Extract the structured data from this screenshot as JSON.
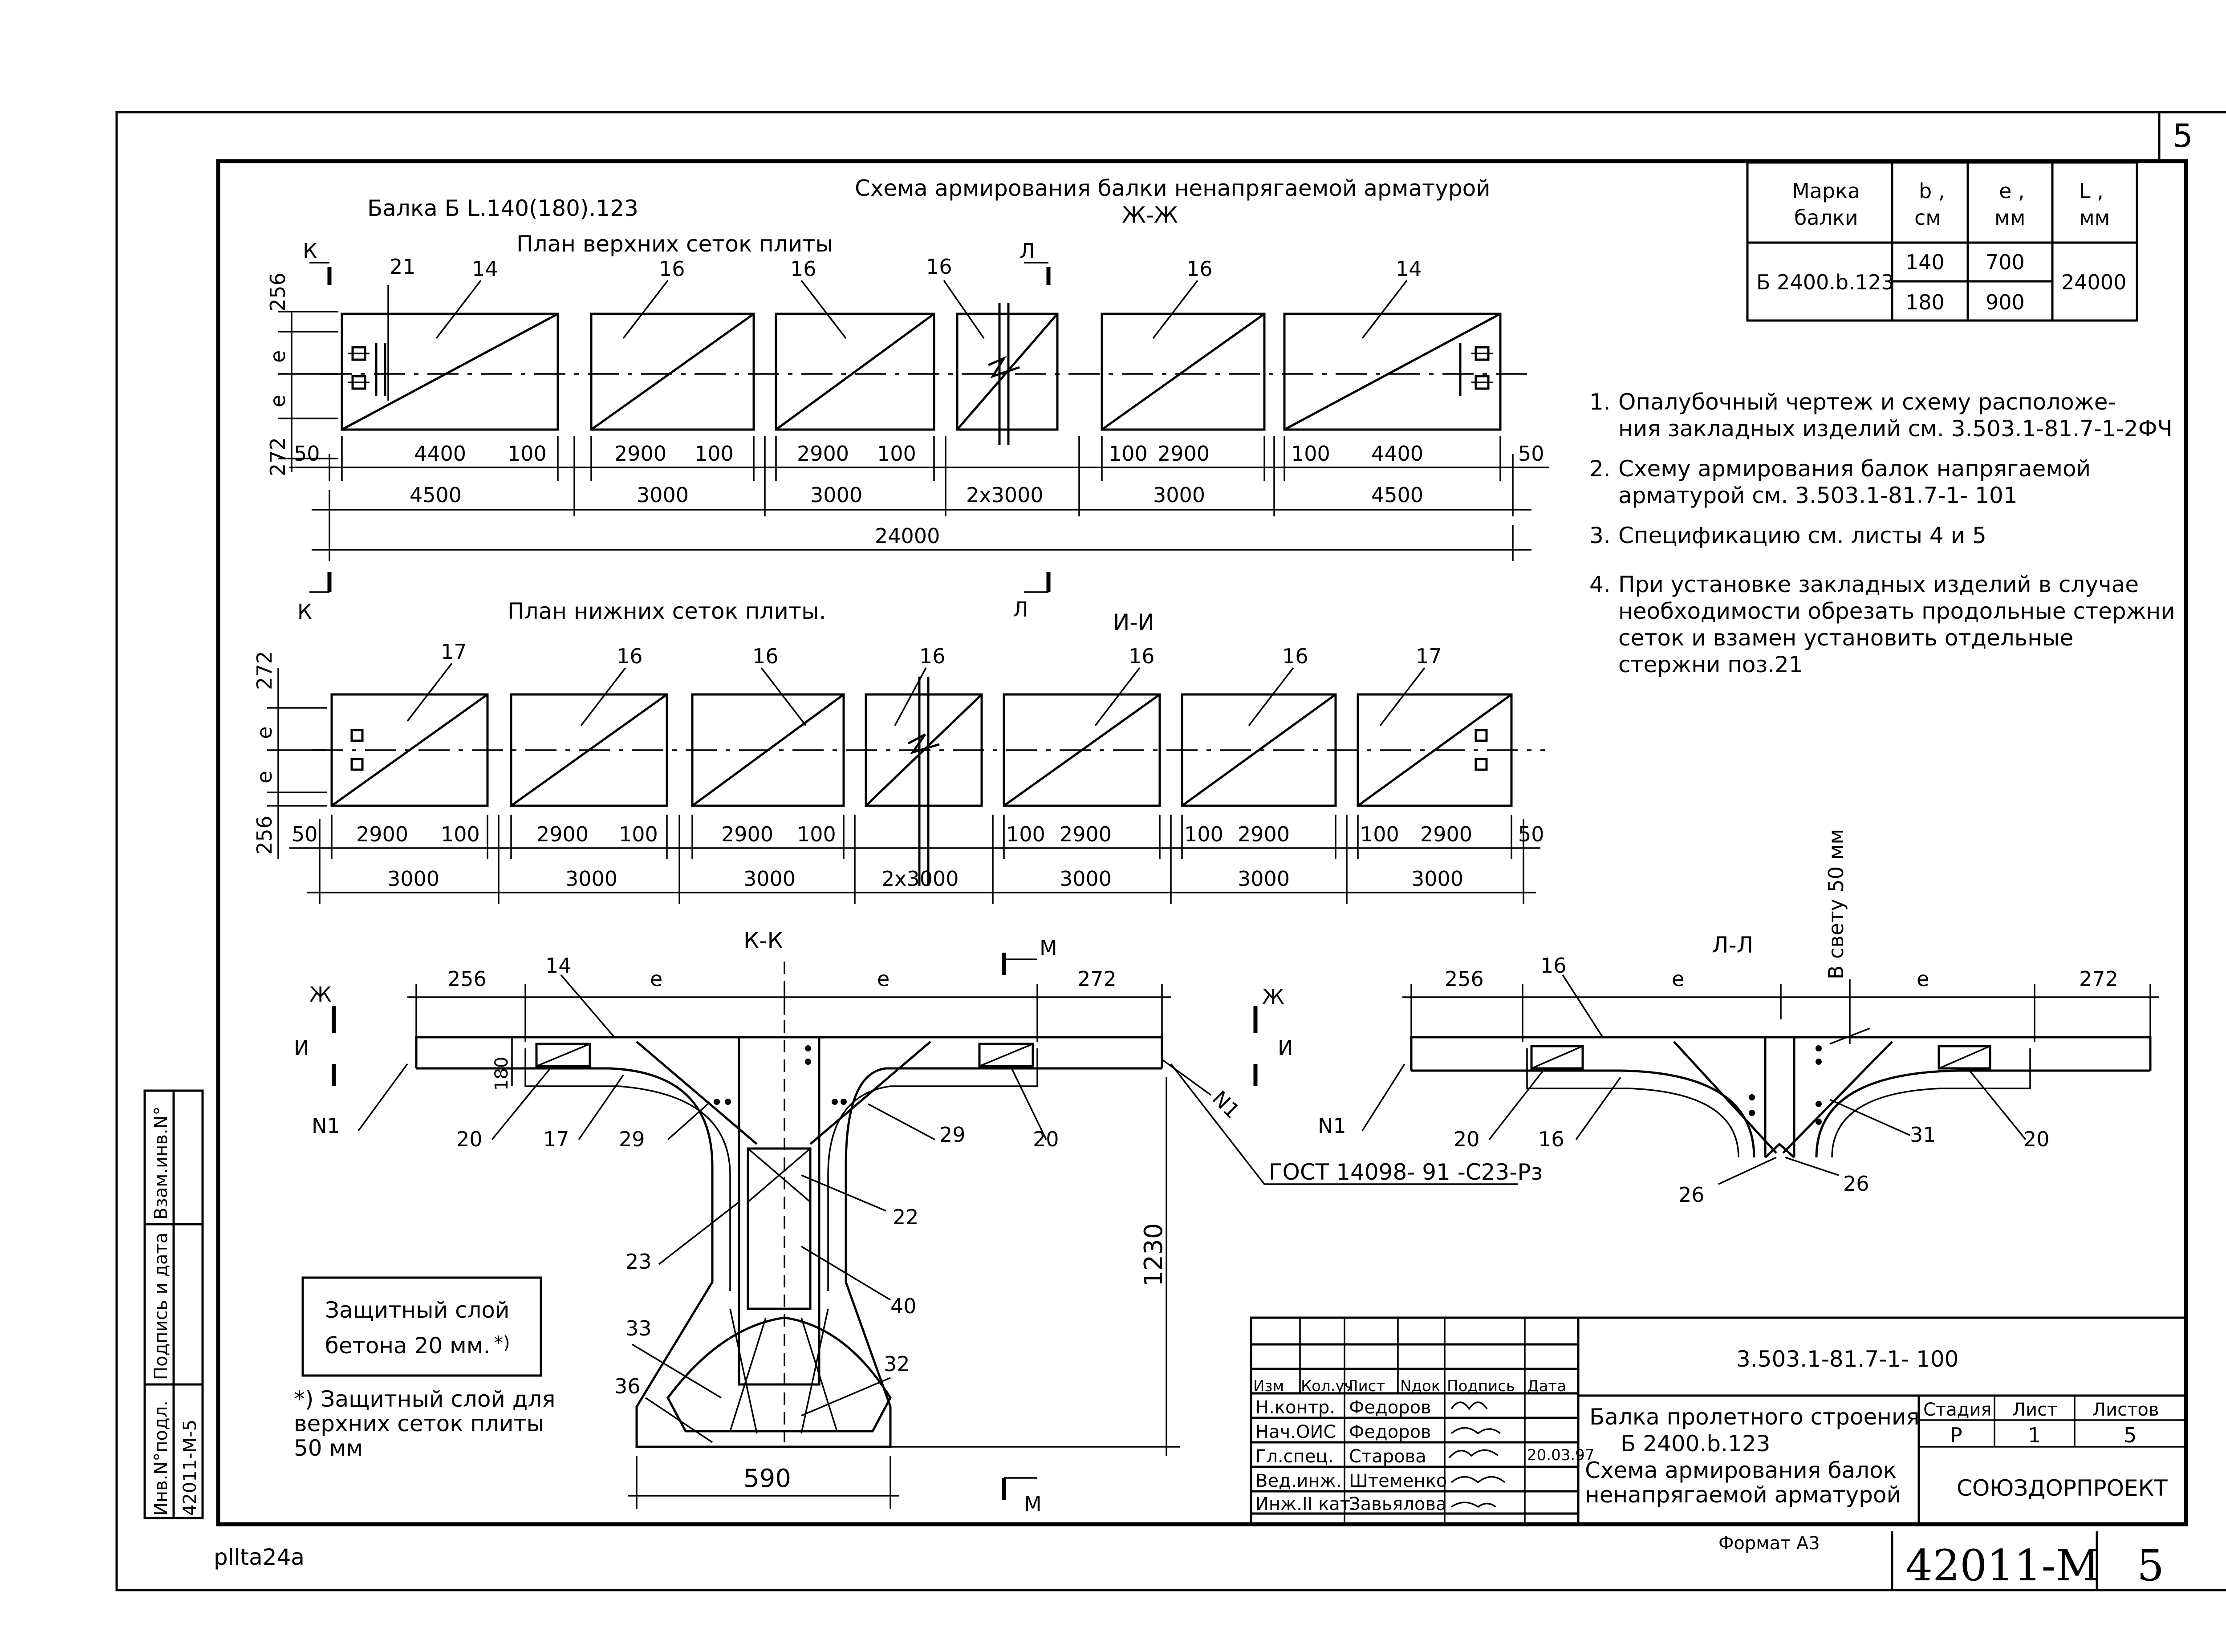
{
  "page": {
    "sheet_corner_number": "5",
    "main_title": "Схема армирования балки ненапрягаемой арматурой",
    "section_zh": "Ж-Ж",
    "beam_title": "Балка Б L.140(180).123",
    "plan_top_title": "План верхних сеток плиты",
    "plan_bottom_title": "План нижних сеток плиты.",
    "section_ii": "И-И",
    "section_kk": "К-К",
    "section_ll": "Л-Л",
    "cut_k": "К",
    "cut_l": "Л",
    "cut_m": "М",
    "cut_zh": "Ж",
    "cut_i": "И",
    "clear_50": "В свету 50 мм",
    "gost": "ГОСТ 14098- 91 -С23-Рз",
    "protect_box_line1": "Защитный слой",
    "protect_box_line2": "бетона 20 мм.",
    "protect_star": "*)",
    "footnote_line1": "*) Защитный слой для",
    "footnote_line2": "верхних сеток плиты",
    "footnote_line3": "50 мм",
    "file_name": "pllta24a",
    "format": "Формат А3"
  },
  "param_table": {
    "headers": [
      "Марка\nбалки",
      "b ,\nсм",
      "e ,\nмм",
      "L ,\nмм"
    ],
    "mark": "Б 2400.b.123",
    "b_values": [
      "140",
      "180"
    ],
    "e_values": [
      "700",
      "900"
    ],
    "L_value": "24000"
  },
  "notes": [
    {
      "num": "1.",
      "lines": [
        "Опалубочный чертеж и схему расположе-",
        "ния закладных изделий см. 3.503.1-81.7-1-2ФЧ"
      ]
    },
    {
      "num": "2.",
      "lines": [
        "Схему армирования балок напрягаемой",
        "арматурой см. 3.503.1-81.7-1- 101"
      ]
    },
    {
      "num": "3.",
      "lines": [
        "Спецификацию см. листы 4 и 5"
      ]
    },
    {
      "num": "4.",
      "lines": [
        "При установке закладных изделий в случае",
        "необходимости обрезать продольные стержни",
        "сеток и взамен установить отдельные",
        "стержни поз.21"
      ]
    }
  ],
  "top_plan": {
    "side_dims": [
      "256",
      "e",
      "e",
      "272"
    ],
    "positions": [
      "21",
      "14",
      "16",
      "16",
      "16",
      "16",
      "14"
    ],
    "row1": [
      "50",
      "4400",
      "100",
      "2900",
      "100",
      "2900",
      "100",
      "100",
      "2900",
      "100",
      "4400",
      "50"
    ],
    "row2": [
      "4500",
      "3000",
      "3000",
      "2x3000",
      "3000",
      "4500"
    ],
    "total": "24000"
  },
  "bottom_plan": {
    "side_dims": [
      "272",
      "e",
      "e",
      "256"
    ],
    "positions": [
      "17",
      "16",
      "16",
      "16",
      "16",
      "16",
      "17"
    ],
    "row1": [
      "50",
      "2900",
      "100",
      "2900",
      "100",
      "2900",
      "100",
      "100",
      "2900",
      "100",
      "2900",
      "100",
      "2900",
      "50"
    ],
    "row2": [
      "3000",
      "3000",
      "3000",
      "2x3000",
      "3000",
      "3000",
      "3000"
    ]
  },
  "section_k": {
    "dims": [
      "256",
      "e",
      "e",
      "272"
    ],
    "d180": "180",
    "d1230": "1230",
    "d590": "590",
    "labels": [
      "14",
      "N1",
      "N1",
      "20",
      "17",
      "29",
      "29",
      "20",
      "22",
      "23",
      "40",
      "33",
      "32",
      "36"
    ]
  },
  "section_l": {
    "dims": [
      "256",
      "e",
      "e",
      "272"
    ],
    "labels": [
      "16",
      "N1",
      "20",
      "16",
      "31",
      "20",
      "26",
      "26"
    ]
  },
  "inventory": {
    "col1_head": "Инв.N°подл.",
    "col1_val": "42011-М-5",
    "col2_head": "Подпись и дата",
    "col3_head": "Взам.инв.N°"
  },
  "title_block": {
    "head": [
      "Изм",
      "Кол.уч",
      "Лист",
      "Nдок",
      "Подпись",
      "Дата"
    ],
    "rows": [
      [
        "Н.контр.",
        "Федоров"
      ],
      [
        "Нач.ОИС",
        "Федоров"
      ],
      [
        "Гл.спец.",
        "Старова"
      ],
      [
        "Вед.инж.",
        "Штеменко"
      ],
      [
        "Инж.II кат.",
        "Завьялова"
      ]
    ],
    "date_mark": "20.03.97",
    "doc_code": "3.503.1-81.7-1- 100",
    "name_line1": "Балка пролетного строения",
    "name_line2": "Б 2400.b.123",
    "name_line3": "Схема армирования балок",
    "name_line4": "ненапрягаемой арматурой",
    "stage_head": "Стадия",
    "sheet_head": "Лист",
    "sheets_head": "Листов",
    "stage": "Р",
    "sheet": "1",
    "sheets": "5",
    "org": "СОЮЗДОРПРОЕКТ",
    "stamp_code": "42011-М",
    "stamp_num": "5"
  }
}
